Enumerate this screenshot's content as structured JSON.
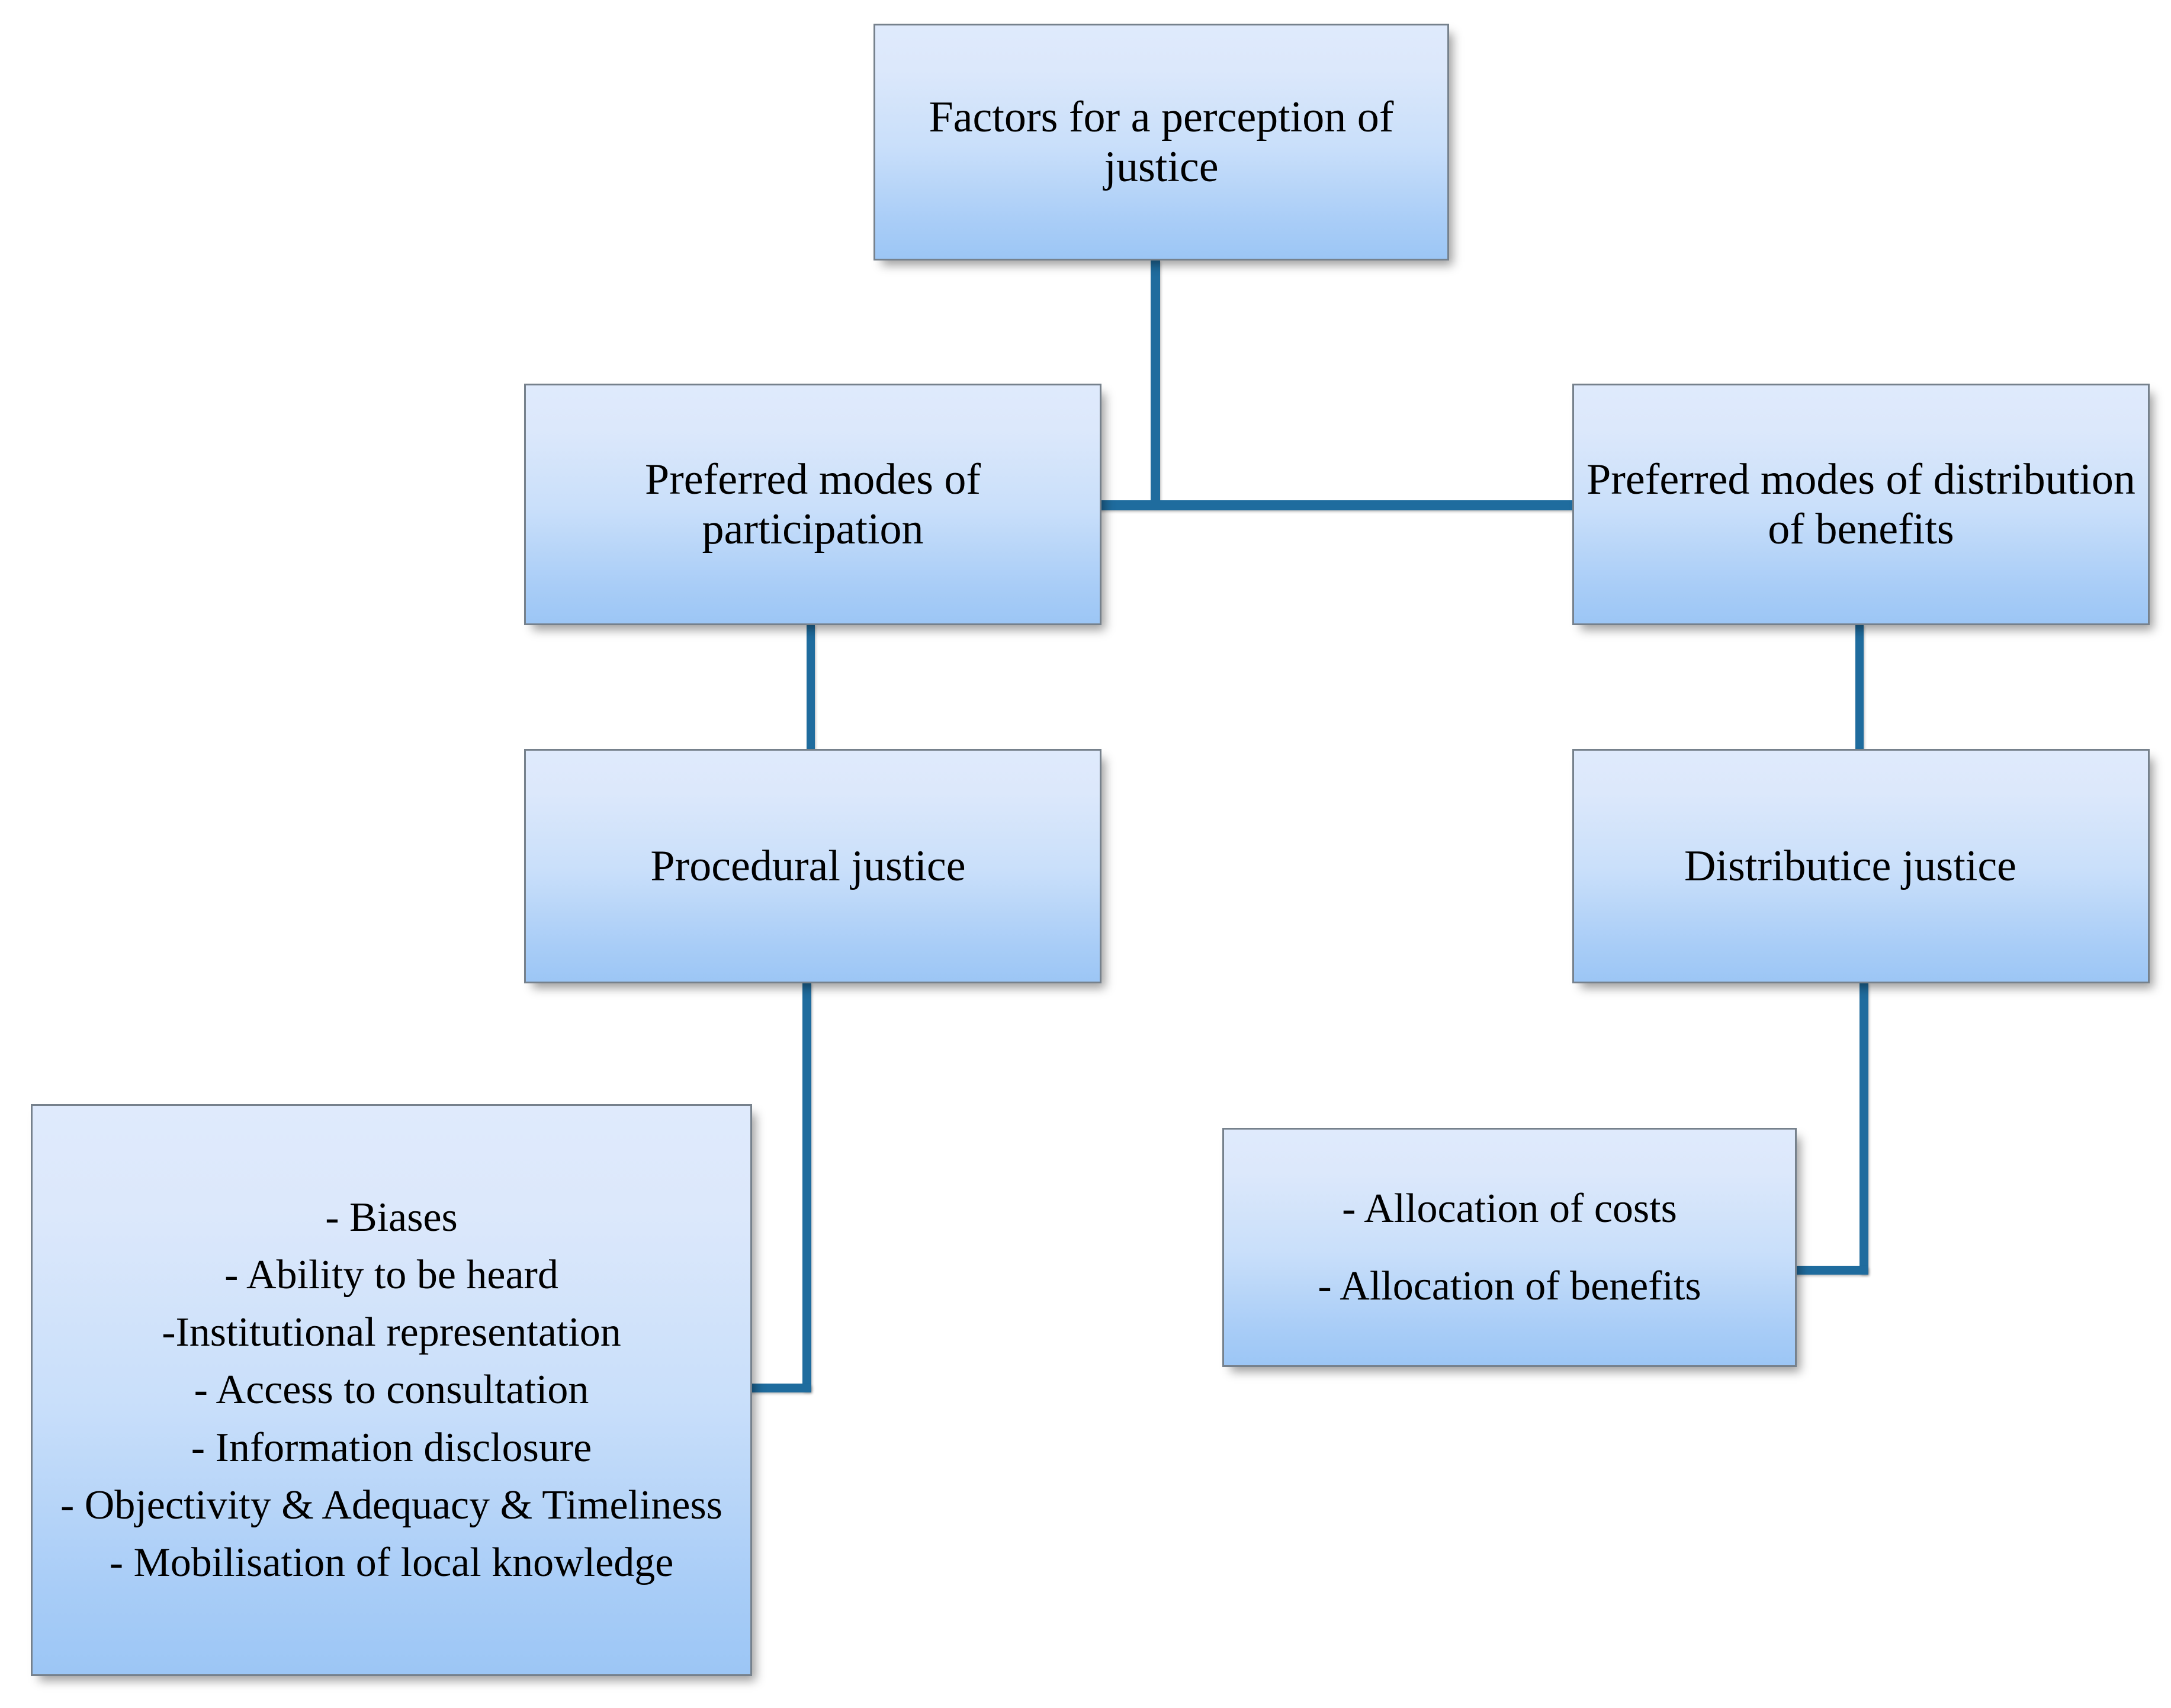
{
  "diagram": {
    "title": "Factors for a perception of justice",
    "type": "hierarchy-tree",
    "background_color": "#ffffff",
    "box_border_color": "#76818c",
    "box_gradient_top": "#dfeafc",
    "box_gradient_bottom": "#9cc6f5",
    "connector_color": "#1f6c9e",
    "text_color": "#000000"
  },
  "nodes": {
    "root": {
      "label": "Factors for a perception of justice",
      "level": 0
    },
    "participation": {
      "label": "Preferred modes of participation",
      "level": 1
    },
    "distribution": {
      "label": "Preferred modes of distribution of benefits",
      "level": 1
    },
    "procedural": {
      "label": "Procedural justice",
      "level": 2
    },
    "distributive": {
      "label": "Distributice justice",
      "level": 2
    },
    "procedural_details": {
      "level": 3,
      "items": [
        "- Biases",
        "- Ability to be heard",
        "-Institutional representation",
        "- Access to consultation",
        "- Information disclosure",
        "- Objectivity & Adequacy & Timeliness",
        "- Mobilisation of local knowledge"
      ]
    },
    "distributive_details": {
      "level": 3,
      "items": [
        "- Allocation of costs",
        "- Allocation of benefits"
      ]
    }
  },
  "edges": [
    {
      "from": "root",
      "to": "participation",
      "style": "elbow"
    },
    {
      "from": "root",
      "to": "distribution",
      "style": "elbow"
    },
    {
      "from": "participation",
      "to": "procedural",
      "style": "straight"
    },
    {
      "from": "distribution",
      "to": "distributive",
      "style": "straight"
    },
    {
      "from": "procedural",
      "to": "procedural_details",
      "style": "elbow"
    },
    {
      "from": "distributive",
      "to": "distributive_details",
      "style": "elbow"
    }
  ]
}
